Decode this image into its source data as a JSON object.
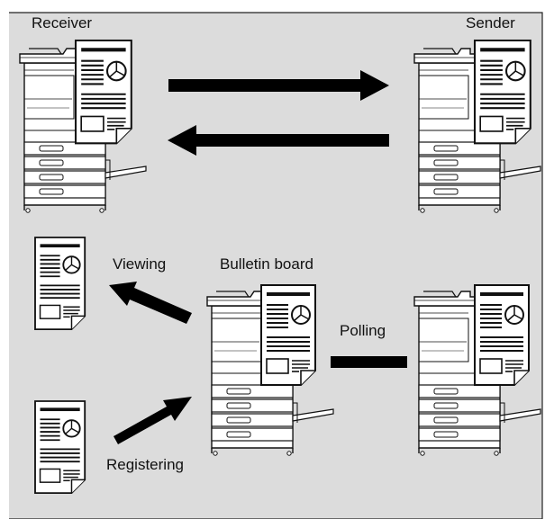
{
  "labels": {
    "receiver": "Receiver",
    "sender": "Sender",
    "bulletin_board": "Bulletin board",
    "viewing": "Viewing",
    "polling": "Polling",
    "registering": "Registering"
  },
  "colors": {
    "background": "#dcdcdc",
    "frame": "#222222",
    "machine_fill": "#ffffff",
    "line": "#111111",
    "arrow": "#000000"
  },
  "icons": {
    "machine": "multifunction-printer-icon",
    "document": "document-with-pie-chart-icon"
  }
}
